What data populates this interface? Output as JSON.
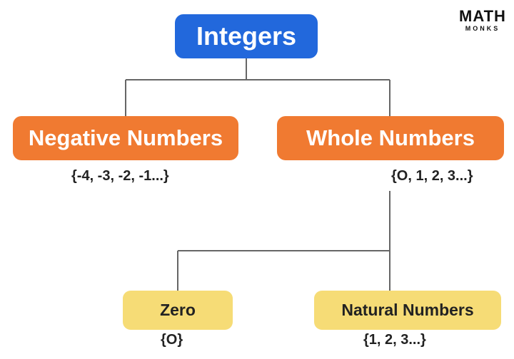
{
  "logo": {
    "main": "MATH",
    "sub": "MONKS"
  },
  "root": {
    "label": "Integers"
  },
  "branches": [
    {
      "label": "Negative Numbers",
      "set": "{-4, -3, -2, -1...}"
    },
    {
      "label": "Whole Numbers",
      "set": "{O, 1, 2, 3...}"
    }
  ],
  "leaves": [
    {
      "label": "Zero",
      "set": "{O}"
    },
    {
      "label": "Natural Numbers",
      "set": "{1, 2, 3...}"
    }
  ],
  "colors": {
    "root": "#2268dc",
    "branch": "#f07a31",
    "leaf": "#f6dc76",
    "connector": "#666666"
  }
}
